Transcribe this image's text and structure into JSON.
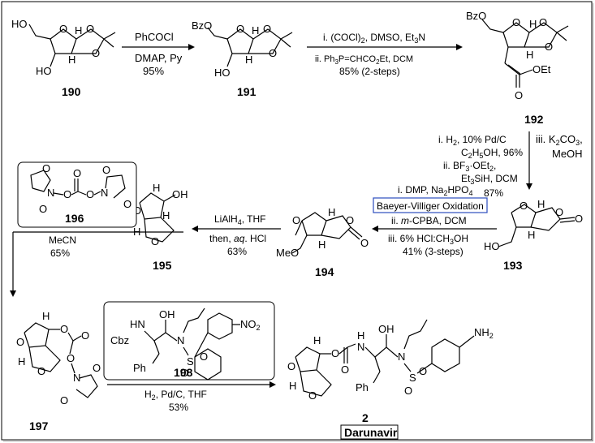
{
  "compounds": {
    "c190": "190",
    "c191": "191",
    "c192": "192",
    "c193": "193",
    "c194": "194",
    "c195": "195",
    "c196": "196",
    "c197": "197",
    "c198": "198",
    "c2": "2",
    "darunavir_name": "Darunavir"
  },
  "steps": {
    "s1": {
      "line1": "PhCOCl",
      "line2": "DMAP, Py",
      "line3": "95%"
    },
    "s2": {
      "line1": "i. (COCl)",
      "line1_sub": "2",
      "line1_rest": ", DMSO, Et",
      "line1_sub2": "3",
      "line1_end": "N",
      "line2": "ii. Ph",
      "line2_sub": "3",
      "line2_rest": "P=CHCO",
      "line2_sub2": "2",
      "line2_end": "Et, DCM",
      "line3": "85% (2-steps)"
    },
    "s3": {
      "l1": "i. H",
      "l1_sub": "2",
      "l1_rest": ", 10% Pd/C",
      "l2": "C",
      "l2_sub": "2",
      "l2_mid": "H",
      "l2_sub2": "5",
      "l2_rest": "OH, 96%",
      "l3": "ii. BF",
      "l3_sub": "3",
      "l3_rest": "·OEt",
      "l3_sub2": "2",
      "l3_end": ",",
      "l4": "Et",
      "l4_sub": "3",
      "l4_rest": "SiH, DCM",
      "l5": "87%",
      "iii1": "iii. K",
      "iii1_sub": "2",
      "iii1_mid": "CO",
      "iii1_sub2": "3",
      "iii1_end": ",",
      "iii2": "MeOH"
    },
    "s4": {
      "l1": "i. DMP, Na",
      "l1_sub": "2",
      "l1_mid": "HPO",
      "l1_sub2": "4",
      "box": "Baeyer-Villiger Oxidation",
      "l2": "ii. ",
      "l2_it": "m",
      "l2_rest": "-CPBA, DCM",
      "l3": "iii. 6% HCl:CH",
      "l3_sub": "3",
      "l3_rest": "OH",
      "l4": "41% (3-steps)"
    },
    "s5": {
      "l1": "LiAlH",
      "l1_sub": "4",
      "l1_rest": ", THF",
      "l2": "then, ",
      "l2_it": "aq",
      "l2_rest": ". HCl",
      "l3": "63%"
    },
    "s6": {
      "l1": "MeCN",
      "l2": "65%"
    },
    "s7": {
      "l1": "H",
      "l1_sub": "2",
      "l1_rest": ", Pd/C, THF",
      "l2": "53%"
    }
  },
  "atoms": {
    "HO": "HO",
    "OH": "OH",
    "BzO": "BzO",
    "OEt": "OEt",
    "O": "O",
    "H": "H",
    "MeO": "MeO",
    "N": "N",
    "NH2": "NH",
    "NH2_sub": "2",
    "NO2": "NO",
    "NO2_sub": "2",
    "S": "S",
    "Cbz": "Cbz",
    "HN": "HN",
    "Ph": "Ph",
    "HNr": "H"
  }
}
